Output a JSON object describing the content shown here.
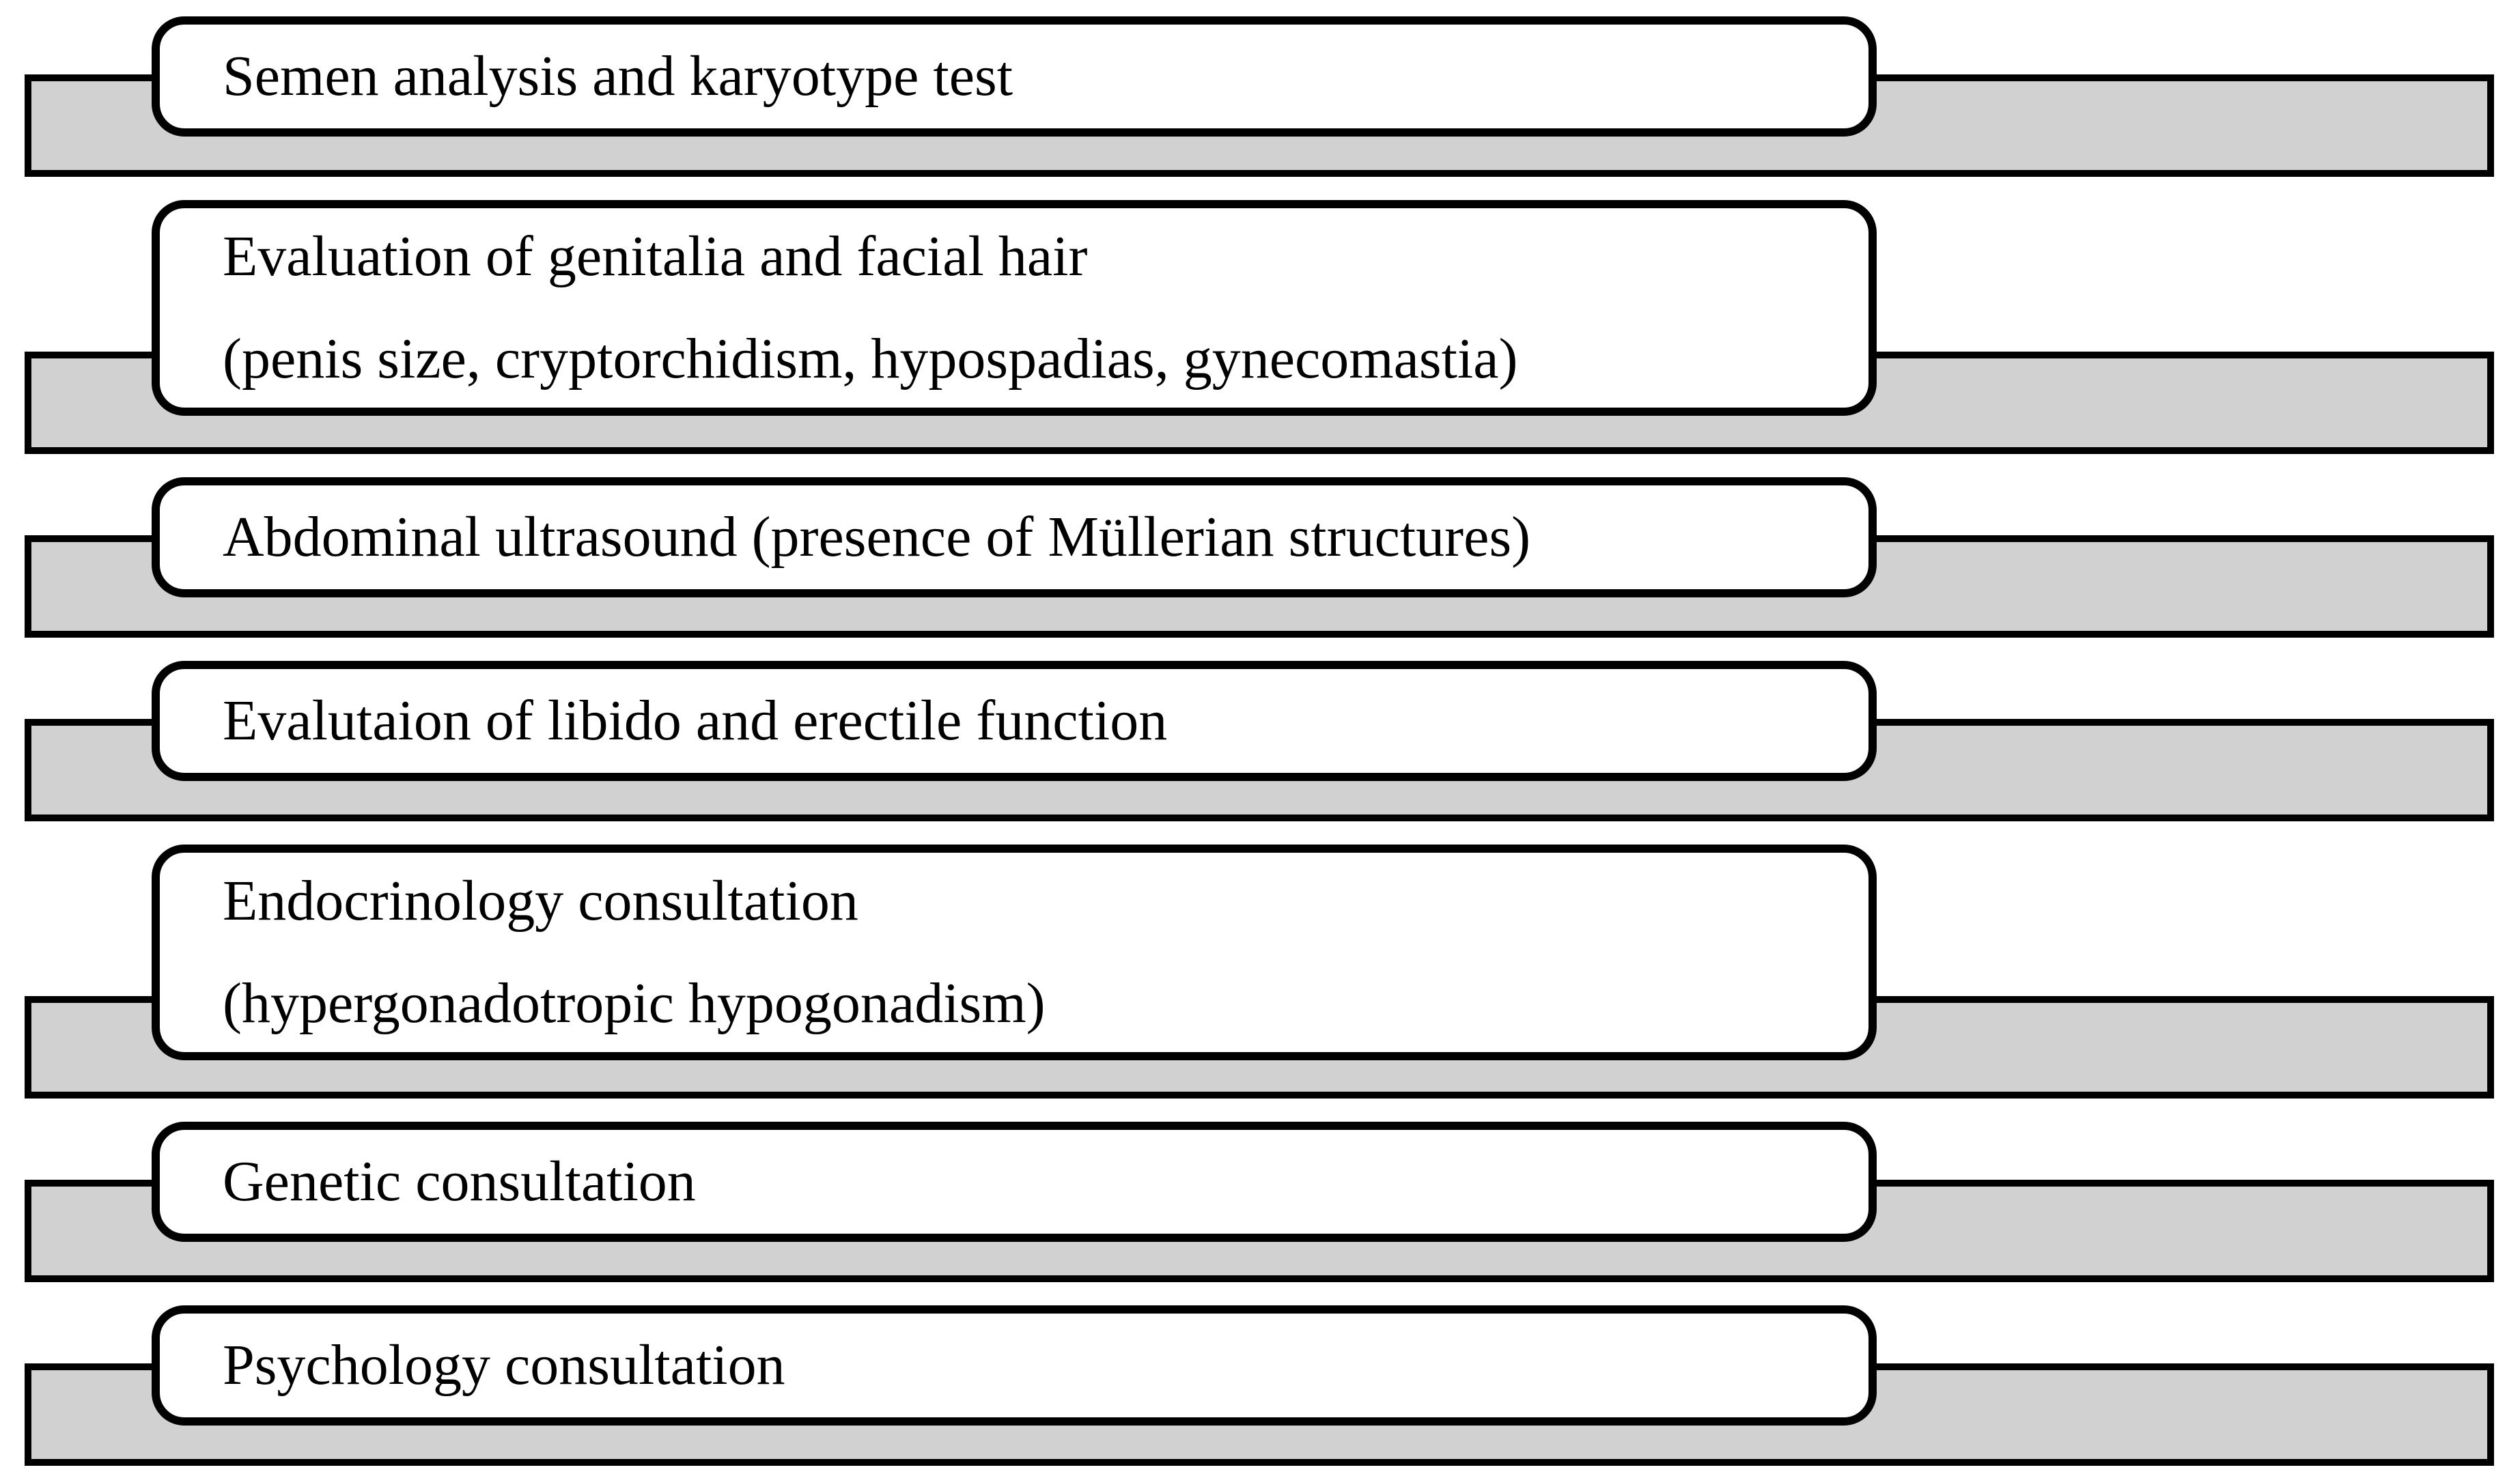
{
  "figure": {
    "type": "workup-steps-diagram"
  },
  "colors": {
    "bar_fill": "#d1d1d1",
    "box_fill": "#ffffff",
    "border": "#000000",
    "text": "#000000"
  },
  "steps": [
    {
      "id": "semen-analysis-karyotype",
      "lines": [
        "Semen analysis and karyotype test"
      ]
    },
    {
      "id": "genitalia-facial-hair-evaluation",
      "lines": [
        "Evaluation of genitalia and facial hair",
        "(penis size, cryptorchidism, hypospadias, gynecomastia)"
      ]
    },
    {
      "id": "abdominal-ultrasound",
      "lines": [
        "Abdominal ultrasound (presence of Müllerian structures)"
      ]
    },
    {
      "id": "libido-erectile-evaluation",
      "lines": [
        "Evalutaion of libido and erectile function"
      ]
    },
    {
      "id": "endocrinology-consultation",
      "lines": [
        "Endocrinology consultation",
        "(hypergonadotropic hypogonadism)"
      ]
    },
    {
      "id": "genetic-consultation",
      "lines": [
        "Genetic consultation"
      ]
    },
    {
      "id": "psychology-consultation",
      "lines": [
        "Psychology consultation"
      ]
    }
  ]
}
